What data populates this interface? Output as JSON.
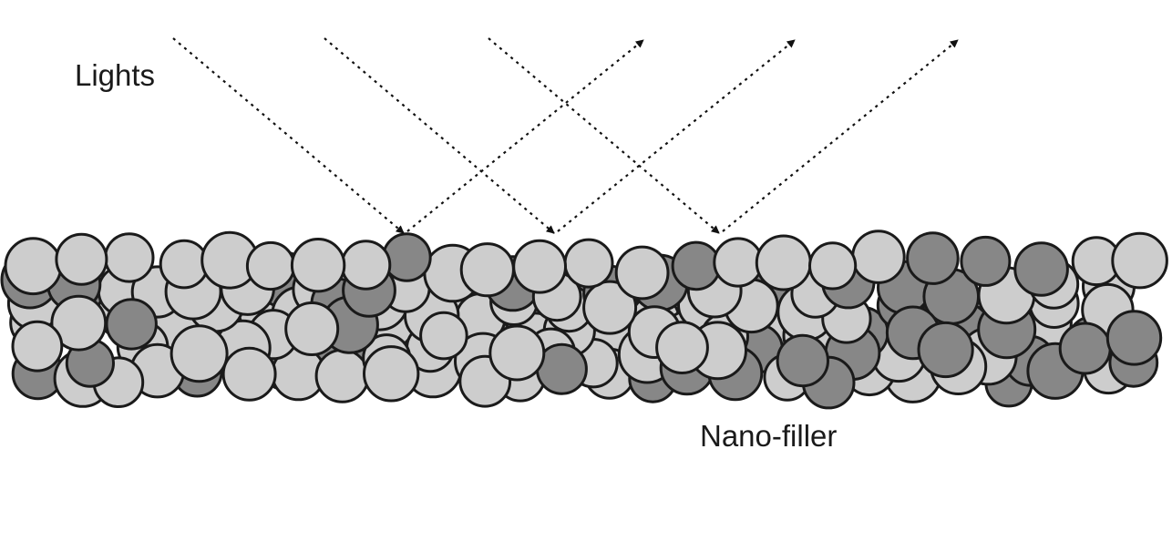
{
  "labels": {
    "lights": "Lights",
    "nano_filler": "Nano-filler"
  },
  "colors": {
    "background": "#ffffff",
    "particle_light": "#cdcdcd",
    "particle_dark": "#878787",
    "outline": "#1a1a1a",
    "ray": "#111111"
  },
  "rays": [
    {
      "name": "light-ray-1",
      "direction": "incident-then-reflected"
    },
    {
      "name": "light-ray-2",
      "direction": "incident-then-reflected"
    },
    {
      "name": "light-ray-3",
      "direction": "incident-then-reflected"
    }
  ]
}
